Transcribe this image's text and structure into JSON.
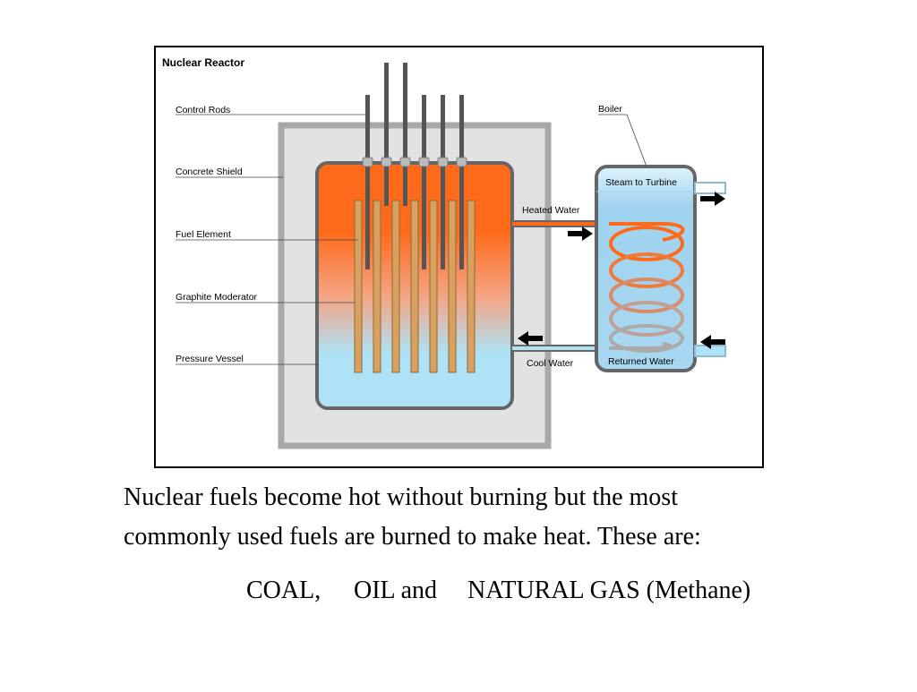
{
  "diagram": {
    "title": "Nuclear Reactor",
    "labels": {
      "control_rods": "Control Rods",
      "concrete_shield": "Concrete Shield",
      "fuel_element": "Fuel Element",
      "graphite_moderator": "Graphite Moderator",
      "pressure_vessel": "Pressure Vessel",
      "boiler": "Boiler",
      "steam_to_turbine": "Steam to Turbine",
      "heated_water": "Heated Water",
      "cool_water": "Cool Water",
      "returned_water": "Returned Water"
    },
    "colors": {
      "hot": "#ff6a1a",
      "cool": "#aee3f7",
      "shield": "#e2e2e2",
      "shield_border": "#a8a8a8",
      "vessel_border": "#666666",
      "fuel_rod": "#d9a060",
      "control_rod": "#555555",
      "coil_top": "#ff6a1a",
      "coil_bottom": "#aaaaaa"
    }
  },
  "caption": {
    "line1": "Nuclear fuels become hot without burning but the most",
    "line2": "commonly used fuels are burned to make heat. These are:",
    "fuels": [
      "COAL,",
      "OIL and",
      "NATURAL GAS (Methane)"
    ]
  }
}
